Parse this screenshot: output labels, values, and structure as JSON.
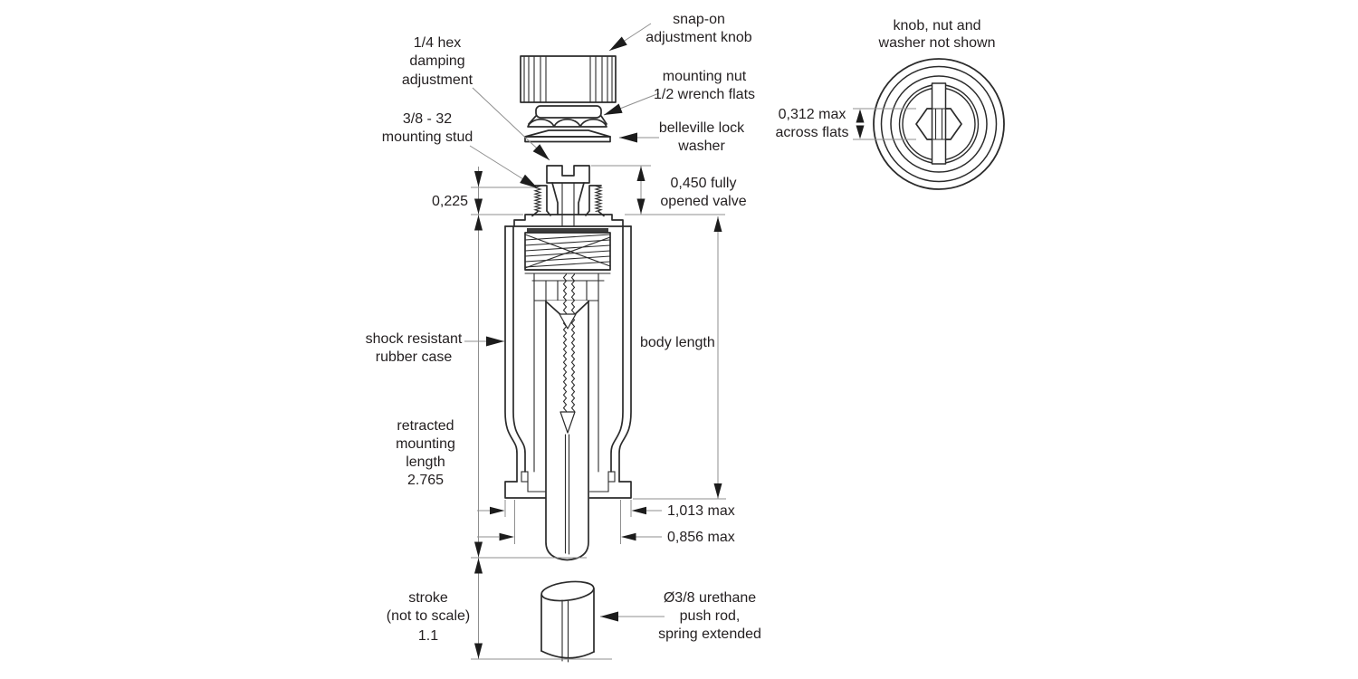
{
  "colors": {
    "outline": "#2b2b2b",
    "dimension_lines": "#8f8f8f",
    "arrowheads": "#1c1c1c",
    "text": "#231f20",
    "background": "#ffffff"
  },
  "front_view": {
    "callouts": {
      "snap_on_knob": [
        "snap-on",
        "adjustment knob"
      ],
      "hex_damping": [
        "1/4 hex",
        "damping",
        "adjustment"
      ],
      "mounting_nut": [
        "mounting nut",
        "1/2 wrench flats"
      ],
      "mounting_stud": [
        "3/8 - 32",
        "mounting stud"
      ],
      "belleville_washer": [
        "belleville lock",
        "washer"
      ],
      "rubber_case": [
        "shock resistant",
        "rubber case"
      ],
      "push_rod": [
        "Ø3/8 urethane",
        "push rod,",
        "spring extended"
      ]
    },
    "dimensions": {
      "stud_height": "0,225",
      "valve_open": [
        "0,450 fully",
        "opened valve"
      ],
      "body_length": "body length",
      "retracted_length": [
        "retracted",
        "mounting",
        "length",
        "2.765"
      ],
      "width_outer": "1,013 max",
      "width_inner": "0,856 max",
      "stroke": [
        "stroke",
        "(not to scale)",
        "1.1"
      ]
    }
  },
  "top_view": {
    "note": [
      "knob, nut and",
      "washer not shown"
    ],
    "across_flats": [
      "0,312 max",
      "across flats"
    ]
  }
}
